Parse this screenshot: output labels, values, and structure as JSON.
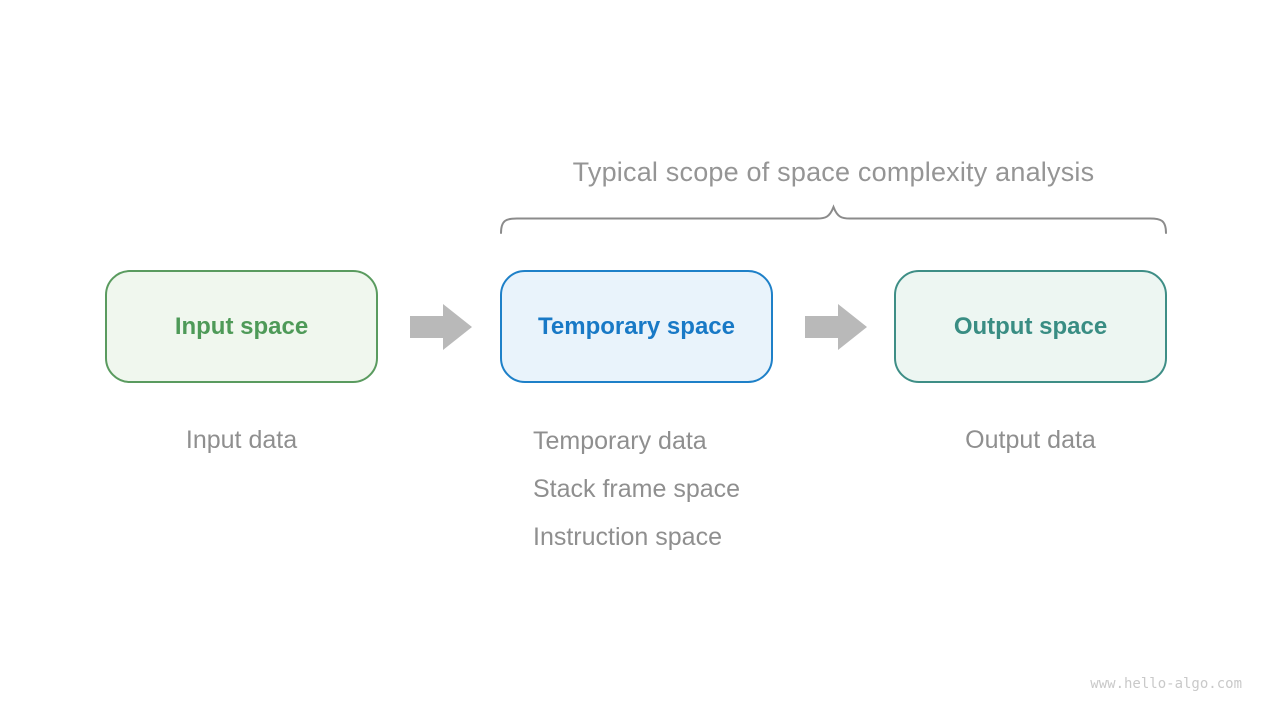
{
  "title": "Typical scope of space complexity analysis",
  "boxes": [
    {
      "id": "input",
      "label": "Input space"
    },
    {
      "id": "temporary",
      "label": "Temporary space"
    },
    {
      "id": "output",
      "label": "Output space"
    }
  ],
  "labels": {
    "input": "Input data",
    "temporary": [
      "Temporary data",
      "Stack frame space",
      "Instruction space"
    ],
    "output": "Output data"
  },
  "watermark": "www.hello-algo.com",
  "colors": {
    "input_border": "#5a9b5f",
    "input_fill": "#f0f7ee",
    "input_text": "#4e9a58",
    "temporary_border": "#1e80c8",
    "temporary_fill": "#e9f3fb",
    "temporary_text": "#1879c6",
    "output_border": "#3e8e86",
    "output_fill": "#edf6f2",
    "output_text": "#398d83",
    "arrow": "#b9b9b9",
    "brace": "#8b8b8b",
    "gray_text": "#8f8f8f",
    "title_text": "#959595",
    "watermark_text": "#c9c9c9"
  }
}
